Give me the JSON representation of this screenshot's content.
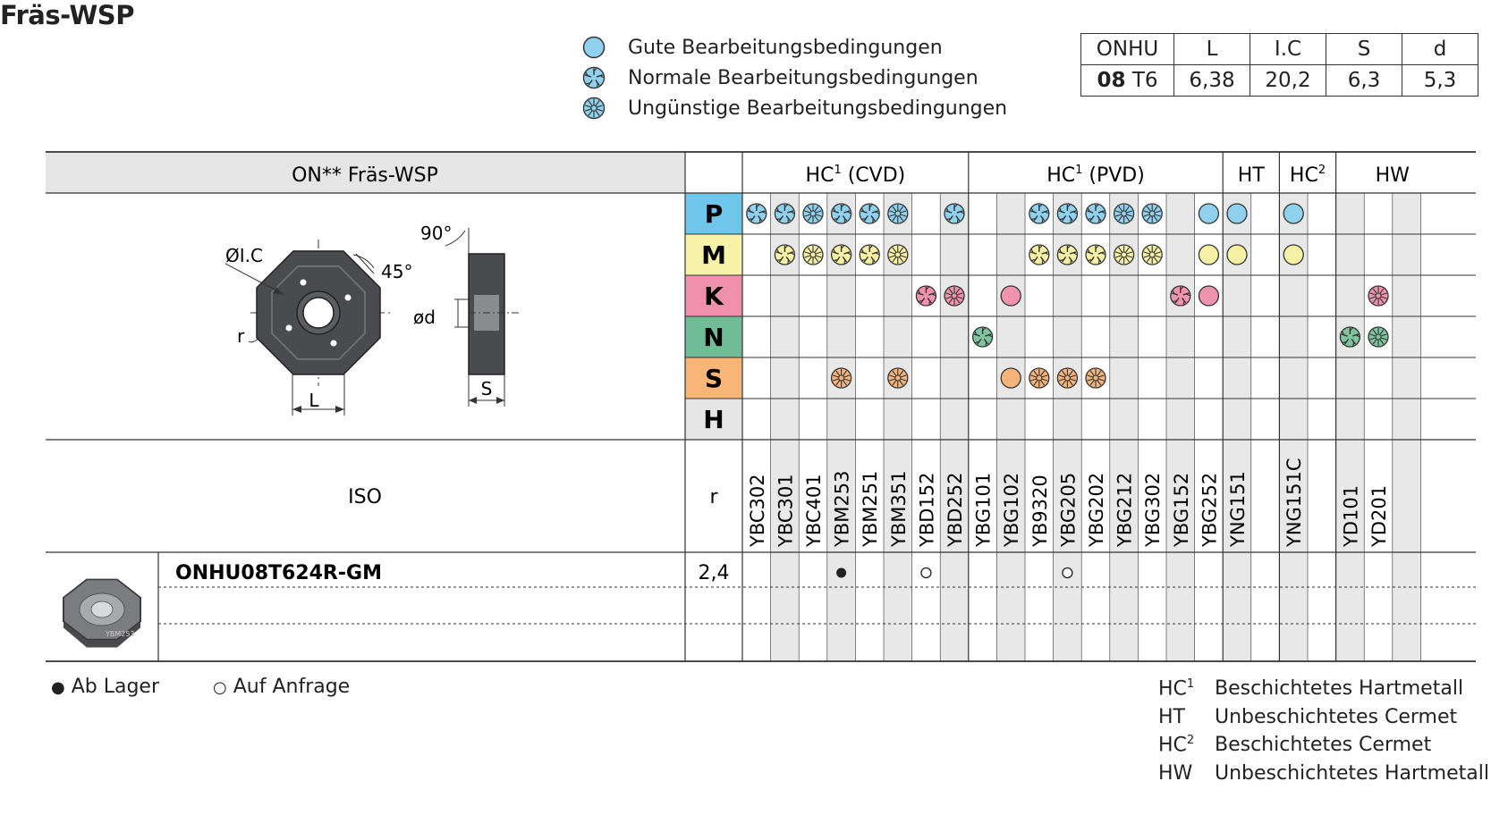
{
  "title": "Fräs-WSP",
  "legend": [
    {
      "type": "good",
      "label": "Gute Bearbeitungsbedingungen"
    },
    {
      "type": "normal",
      "label": "Normale Bearbeitungsbedingungen"
    },
    {
      "type": "bad",
      "label": "Ungünstige Bearbeitungsbedingungen"
    }
  ],
  "dimensions": {
    "headers": [
      "ONHU",
      "L",
      "I.C",
      "S",
      "d"
    ],
    "row": {
      "size": "08",
      "suffix": "T6",
      "L": "6,38",
      "IC": "20,2",
      "S": "6,3",
      "d": "5,3"
    }
  },
  "table": {
    "insert_header": "ON** Fräs-WSP",
    "groups": [
      {
        "main": "HC",
        "sup": "1",
        "rest": " (CVD)"
      },
      {
        "main": "HC",
        "sup": "1",
        "rest": " (PVD)"
      },
      {
        "main": "HT",
        "sup": "",
        "rest": ""
      },
      {
        "main": "HC",
        "sup": "2",
        "rest": ""
      },
      {
        "main": "HW",
        "sup": "",
        "rest": ""
      }
    ],
    "materials": [
      "P",
      "M",
      "K",
      "N",
      "S",
      "H"
    ],
    "material_colors": [
      "#6ec6ea",
      "#f7f3a9",
      "#ef91ad",
      "#6fbc97",
      "#f7b577",
      "#e6e6e6"
    ],
    "grades": [
      "YBC302",
      "YBC301",
      "YBC401",
      "YBM253",
      "YBM251",
      "YBM351",
      "YBD152",
      "YBD252",
      "YBG101",
      "YBG102",
      "YB9320",
      "YBG205",
      "YBG202",
      "YBG212",
      "YBG302",
      "YBG152",
      "YBG252",
      "YNG151",
      "",
      "YNG151C",
      "",
      "YD101",
      "YD201",
      "",
      ""
    ],
    "suitability": {
      "P": [
        "n",
        "n",
        "b",
        "n",
        "n",
        "b",
        "",
        "n",
        "",
        "",
        "n",
        "n",
        "n",
        "b",
        "b",
        "",
        "g",
        "g",
        "",
        "g",
        "",
        "",
        "",
        "",
        ""
      ],
      "M": [
        "",
        "n",
        "b",
        "n",
        "n",
        "b",
        "",
        "",
        "",
        "",
        "n",
        "n",
        "n",
        "b",
        "b",
        "",
        "g",
        "g",
        "",
        "g",
        "",
        "",
        "",
        "",
        ""
      ],
      "K": [
        "",
        "",
        "",
        "",
        "",
        "",
        "n",
        "b",
        "",
        "g",
        "",
        "",
        "",
        "",
        "",
        "n",
        "g",
        "",
        "",
        "",
        "",
        "",
        "b",
        "",
        ""
      ],
      "N": [
        "",
        "",
        "",
        "",
        "",
        "",
        "",
        "",
        "n",
        "",
        "",
        "",
        "",
        "",
        "",
        "",
        "",
        "",
        "",
        "",
        "",
        "n",
        "b",
        "",
        ""
      ],
      "S": [
        "",
        "",
        "",
        "b",
        "",
        "b",
        "",
        "",
        "",
        "g",
        "b",
        "b",
        "b",
        "",
        "",
        "",
        "",
        "",
        "",
        "",
        "",
        "",
        "",
        "",
        ""
      ],
      "H": [
        "",
        "",
        "",
        "",
        "",
        "",
        "",
        "",
        "",
        "",
        "",
        "",
        "",
        "",
        "",
        "",
        "",
        "",
        "",
        "",
        "",
        "",
        "",
        "",
        ""
      ]
    },
    "iso_label": "ISO",
    "r_label": "r",
    "product": {
      "code": "ONHU08T624R-GM",
      "r": "2,4",
      "image_text": "YBM253"
    },
    "availability": [
      "",
      "",
      "",
      "f",
      "",
      "",
      "o",
      "",
      "",
      "",
      "",
      "o",
      "",
      "",
      "",
      "",
      "",
      "",
      "",
      "",
      "",
      "",
      "",
      "",
      ""
    ],
    "colors": {
      "good": "#8fd1ee",
      "normal": "#8fd1ee",
      "M": "#f6f0a4",
      "K": "#ef93ae",
      "N": "#7fc39f",
      "S": "#f6b47a"
    }
  },
  "drawing": {
    "diameter": "ØI.C",
    "angle90": "90°",
    "angle45": "45°",
    "r": "r",
    "d": "ød",
    "L": "L",
    "S": "S"
  },
  "footer": {
    "stock": "Ab Lager",
    "request": "Auf Anfrage"
  },
  "glossary": [
    {
      "main": "HC",
      "sup": "1",
      "text": "Beschichtetes Hartmetall"
    },
    {
      "main": "HT",
      "sup": "",
      "text": "Unbeschichtetes Cermet"
    },
    {
      "main": "HC",
      "sup": "2",
      "text": "Beschichtetes Cermet"
    },
    {
      "main": "HW",
      "sup": "",
      "text": "Unbeschichtetes Hartmetall"
    }
  ]
}
